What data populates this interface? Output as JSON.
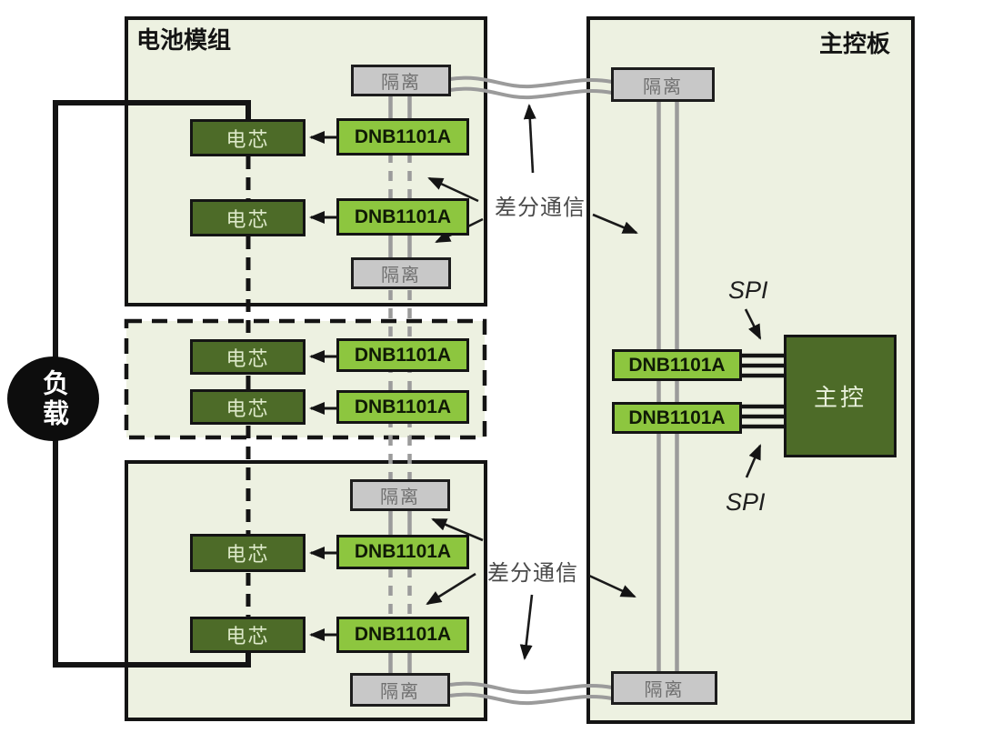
{
  "colors": {
    "chip_green": "#8dc63f",
    "component_dark_green": "#4d6b28",
    "module_background": "#edf1e1",
    "isolator_gray": "#c8c8c8",
    "wire_gray": "#9b9b9b",
    "wire_black": "#141414"
  },
  "battery_module": {
    "title": "电池模组",
    "groups": [
      {
        "cells": [
          "电芯",
          "电芯"
        ],
        "chips": [
          "DNB1101A",
          "DNB1101A"
        ],
        "isolators": [
          "隔离",
          "隔离"
        ]
      },
      {
        "cells": [
          "电芯",
          "电芯"
        ],
        "chips": [
          "DNB1101A",
          "DNB1101A"
        ]
      },
      {
        "cells": [
          "电芯",
          "电芯"
        ],
        "chips": [
          "DNB1101A",
          "DNB1101A"
        ],
        "isolators": [
          "隔离",
          "隔离"
        ]
      }
    ]
  },
  "main_board": {
    "title": "主控板",
    "isolators": [
      "隔离",
      "隔离"
    ],
    "chips": [
      "DNB1101A",
      "DNB1101A"
    ],
    "controller": "主控",
    "spi_labels": [
      "SPI",
      "SPI"
    ]
  },
  "load": {
    "label": "负载"
  },
  "annotations": {
    "diff_comm_labels": [
      "差分通信",
      "差分通信"
    ]
  }
}
